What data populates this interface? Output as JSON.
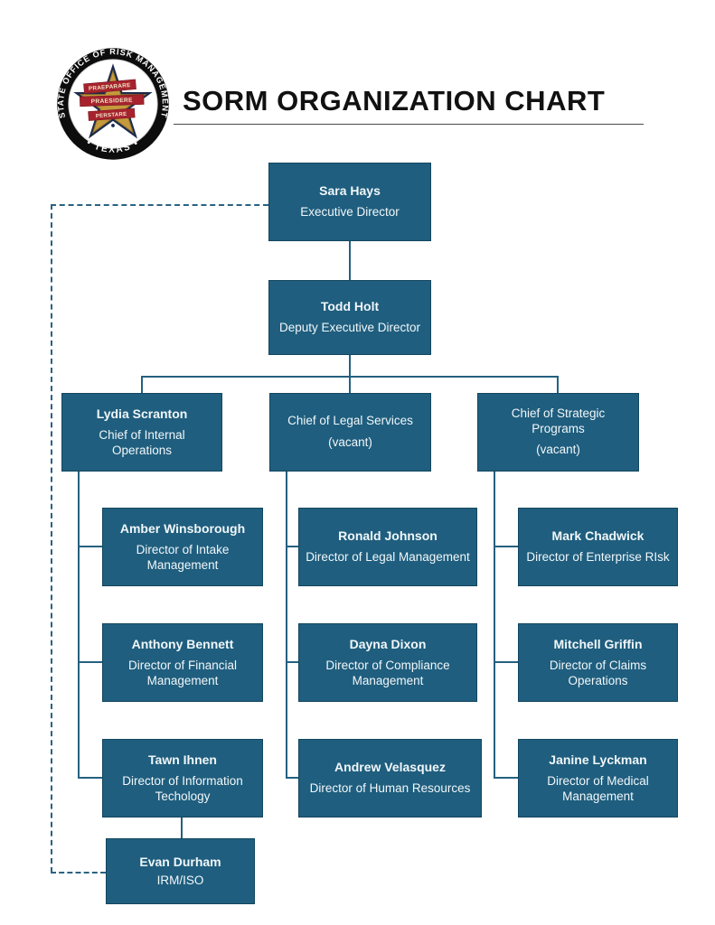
{
  "header": {
    "title": "SORM ORGANIZATION CHART",
    "logo": {
      "ring_text_top": "STATE OFFICE OF RISK MANAGEMENT",
      "ring_text_bottom": "• TEXAS •",
      "banners": [
        "PRAEPARARE",
        "PRAESIDERE",
        "PERSTARE"
      ]
    }
  },
  "colors": {
    "node_fill": "#1f5e7e",
    "connector": "#24617f",
    "title_text": "#111111",
    "logo_ring": "#0d0d0d",
    "logo_star_gold": "#c49a3c",
    "logo_star_navy": "#1c2b4d",
    "logo_banner_red": "#a6232e"
  },
  "nodes": {
    "sara": {
      "name": "Sara Hays",
      "title": "Executive Director"
    },
    "todd": {
      "name": "Todd Holt",
      "title": "Deputy Executive Director"
    },
    "lydia": {
      "name": "Lydia Scranton",
      "title": "Chief of Internal Operations"
    },
    "legal": {
      "name": "Chief of Legal Services",
      "title": "(vacant)"
    },
    "strategic": {
      "name": "Chief of Strategic Programs",
      "title": "(vacant)"
    },
    "amber": {
      "name": "Amber Winsborough",
      "title": "Director of Intake Management"
    },
    "anthony": {
      "name": "Anthony Bennett",
      "title": "Director of Financial Management"
    },
    "tawn": {
      "name": "Tawn Ihnen",
      "title": "Director of Information Techology"
    },
    "evan": {
      "name": "Evan Durham",
      "title": "IRM/ISO"
    },
    "ronald": {
      "name": "Ronald Johnson",
      "title": "Director of Legal Management"
    },
    "dayna": {
      "name": "Dayna Dixon",
      "title": "Director of Compliance Management"
    },
    "andrew": {
      "name": "Andrew Velasquez",
      "title": "Director of Human Resources"
    },
    "mark": {
      "name": "Mark Chadwick",
      "title": "Director of Enterprise RIsk"
    },
    "mitchell": {
      "name": "Mitchell Griffin",
      "title": "Director of Claims Operations"
    },
    "janine": {
      "name": "Janine Lyckman",
      "title": "Director of Medical Management"
    }
  }
}
